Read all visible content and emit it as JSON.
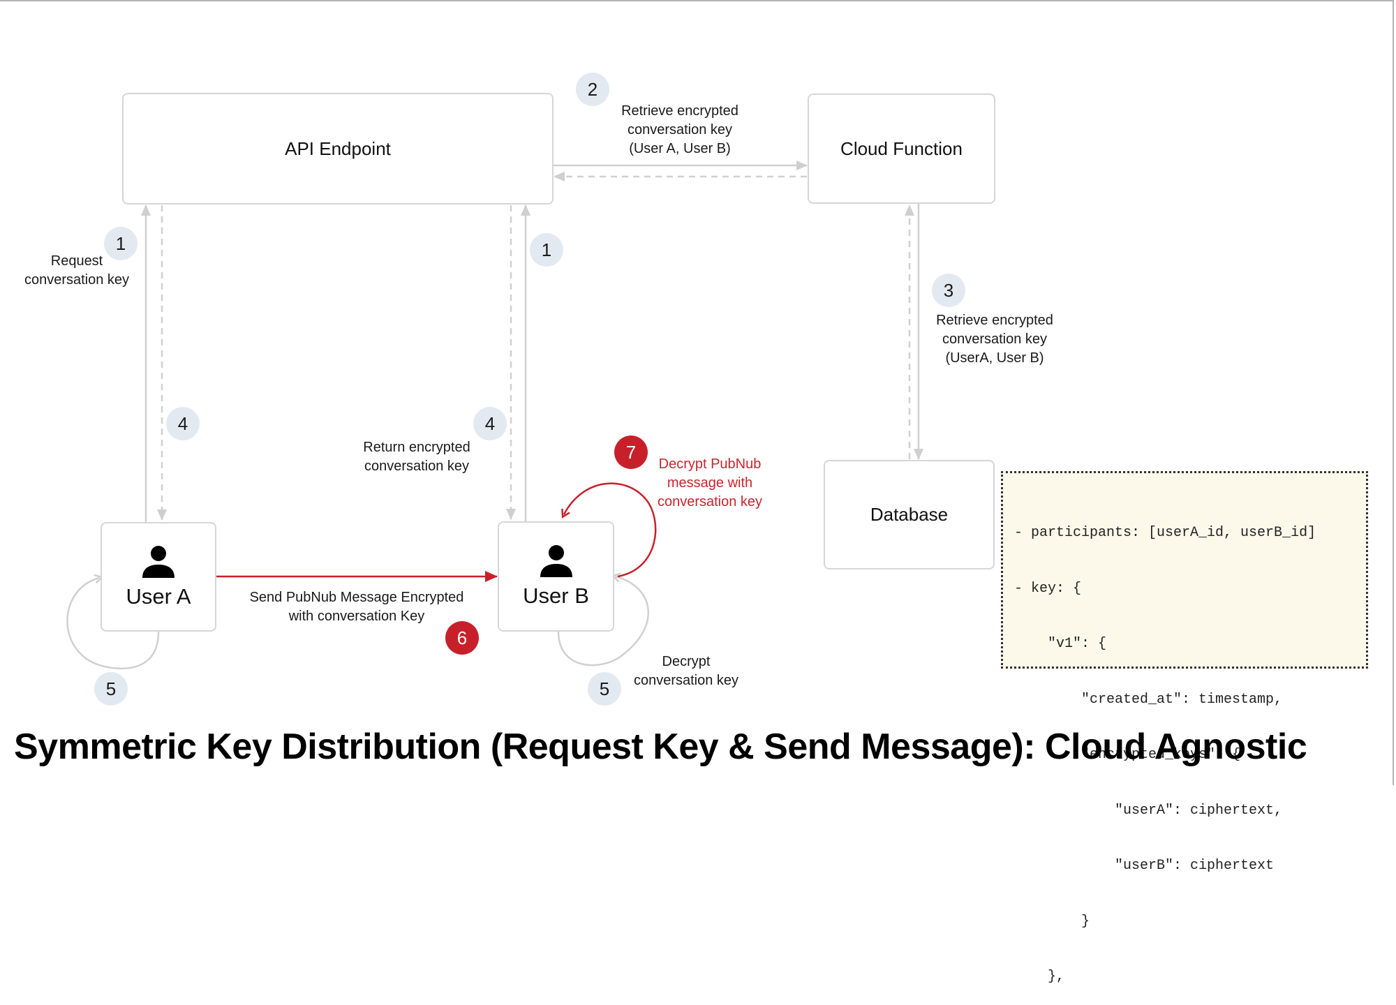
{
  "title": "Symmetric Key Distribution (Request Key & Send Message): Cloud Agnostic",
  "nodes": {
    "api_endpoint": "API Endpoint",
    "cloud_function": "Cloud Function",
    "database": "Database",
    "user_a": "User A",
    "user_b": "User B"
  },
  "steps": [
    {
      "number": "1",
      "label": [
        "Request",
        "conversation key"
      ]
    },
    {
      "number": "2",
      "label": [
        "Retrieve encrypted",
        "conversation key",
        "(User A, User B)"
      ]
    },
    {
      "number": "3",
      "label": [
        "Retrieve encrypted",
        "conversation key",
        "(UserA, User B)"
      ]
    },
    {
      "number": "4",
      "label": [
        "Return encrypted",
        "conversation key"
      ]
    },
    {
      "number": "5",
      "label": [
        "Decrypt",
        "conversation key"
      ]
    },
    {
      "number": "6",
      "label": [
        "Send PubNub Message Encrypted",
        "with conversation Key"
      ]
    },
    {
      "number": "7",
      "label": [
        "Decrypt PubNub",
        "message with",
        "conversation key"
      ]
    }
  ],
  "code_block": [
    "- participants: [userA_id, userB_id]",
    "- key: {",
    "    \"v1\": {",
    "        \"created_at\": timestamp,",
    "        \"encrypted_keys\": {",
    "            \"userA\": ciphertext,",
    "            \"userB\": ciphertext",
    "        }",
    "    },"
  ],
  "colors": {
    "accent_red": "#c8202a",
    "badge_gray": "#e3e9f1",
    "connector_gray": "#d0d0d0",
    "code_bg": "#fcf9ea"
  },
  "icons": {
    "user": "person-icon"
  }
}
